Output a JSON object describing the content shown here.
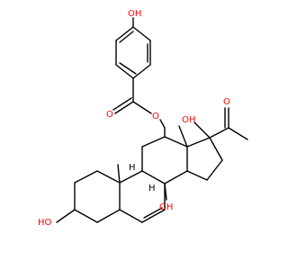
{
  "molecule": {
    "colors": {
      "bond": "#000000",
      "oxygen": "#ff0000",
      "hydrogen_label": "#ff0000"
    },
    "atom_labels": {
      "phenol_oh": "OH",
      "ester_carbonyl_o": "O",
      "ester_o": "O",
      "acetyl_o": "O",
      "oh_17": "OH",
      "h_8": "H",
      "oh_14": "OH",
      "oh_3": "HO"
    },
    "stereo_h": {
      "h_9": "H",
      "h_8": "H"
    }
  }
}
